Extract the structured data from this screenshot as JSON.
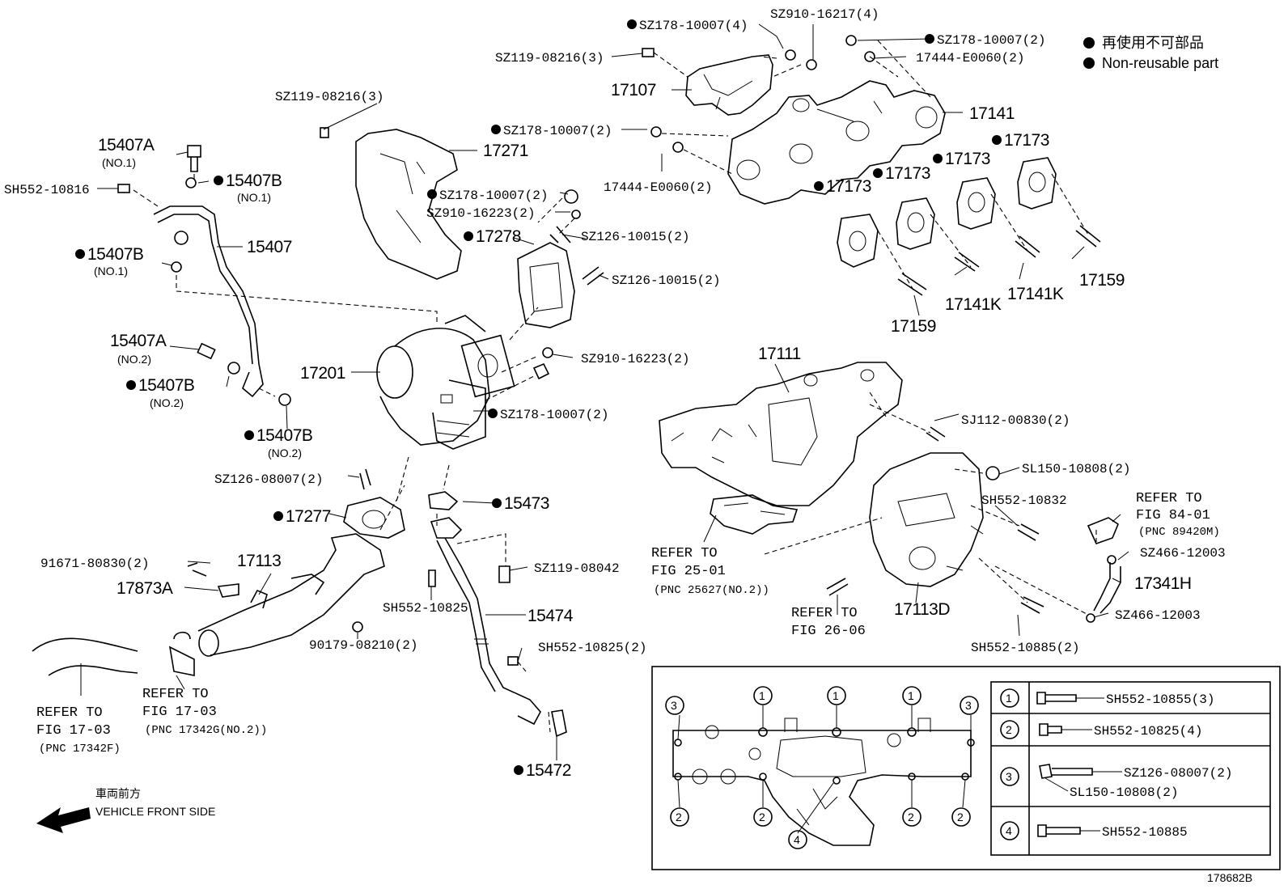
{
  "legend": {
    "ja": "再使用不可部品",
    "en": "Non-reusable part"
  },
  "figure_code": "178682B",
  "vehicle_front": {
    "ja": "車両前方",
    "en": "VEHICLE FRONT SIDE"
  },
  "labels": {
    "sz178_4": "SZ178-10007(4)",
    "sz910_16217": "SZ910-16217(4)",
    "sz178_top_r": "SZ178-10007(2)",
    "e17444_top": "17444-E0060(2)",
    "sz119_top": "SZ119-08216(3)",
    "p17107": "17107",
    "p17141": "17141",
    "sz119_mid": "SZ119-08216(3)",
    "sz178_mid": "SZ178-10007(2)",
    "p17271": "17271",
    "e17444_mid": "17444-E0060(2)",
    "p15407A_1": "15407A",
    "no1_a": "(NO.1)",
    "sh552_10816": "SH552-10816",
    "p15407B_1": "15407B",
    "no1_b": "(NO.1)",
    "sz178_c": "SZ178-10007(2)",
    "sz910_16223_a": "SZ910-16223(2)",
    "p17278": "17278",
    "sz126_a": "SZ126-10015(2)",
    "p17173_a": "17173",
    "p17173_b": "17173",
    "p17173_c": "17173",
    "p17173_d": "17173",
    "p15407": "15407",
    "p15407B_2": "15407B",
    "no1_c": "(NO.1)",
    "sz126_b": "SZ126-10015(2)",
    "p17159_a": "17159",
    "p17141K_a": "17141K",
    "p17141K_b": "17141K",
    "p17159_b": "17159",
    "p15407A_2": "15407A",
    "no2_a": "(NO.2)",
    "sz910_16223_b": "SZ910-16223(2)",
    "p17111": "17111",
    "p17201": "17201",
    "p15407B_3": "15407B",
    "no2_b": "(NO.2)",
    "sz178_d": "SZ178-10007(2)",
    "sj112": "SJ112-00830(2)",
    "p15407B_4": "15407B",
    "no2_c": "(NO.2)",
    "sl150": "SL150-10808(2)",
    "sz126_08007": "SZ126-08007(2)",
    "sh552_10832": "SH552-10832",
    "refer_84_1": "REFER TO",
    "refer_84_2": "FIG 84-01",
    "refer_84_3": "(PNC 89420M)",
    "p17277": "17277",
    "p15473": "15473",
    "sz466_a": "SZ466-12003",
    "refer_25_1": "REFER TO",
    "refer_25_2": "FIG 25-01",
    "refer_25_3": "(PNC 25627(NO.2))",
    "p91671": "91671-80830(2)",
    "p17113": "17113",
    "sz119_08042": "SZ119-08042",
    "p17341H": "17341H",
    "p17873A": "17873A",
    "sh552_10825_a": "SH552-10825",
    "p15474": "15474",
    "refer_26_1": "REFER TO",
    "refer_26_2": "FIG 26-06",
    "p17113D": "17113D",
    "sz466_b": "SZ466-12003",
    "p90179": "90179-08210(2)",
    "sh552_10825_b": "SH552-10825(2)",
    "sh552_10885_2": "SH552-10885(2)",
    "refer_17_a1": "REFER TO",
    "refer_17_a2": "FIG 17-03",
    "refer_17_a3": "(PNC 17342F)",
    "refer_17_b1": "REFER TO",
    "refer_17_b2": "FIG 17-03",
    "refer_17_b3": "(PNC 17342G(NO.2))",
    "p15472": "15472"
  },
  "bolt_table": [
    {
      "num": "1",
      "parts": [
        "SH552-10855(3)"
      ]
    },
    {
      "num": "2",
      "parts": [
        "SH552-10825(4)"
      ]
    },
    {
      "num": "3",
      "parts": [
        "SZ126-08007(2)",
        "SL150-10808(2)"
      ]
    },
    {
      "num": "4",
      "parts": [
        "SH552-10885"
      ]
    }
  ],
  "callouts": {
    "c1": "1",
    "c2": "2",
    "c3": "3",
    "c4": "4"
  }
}
